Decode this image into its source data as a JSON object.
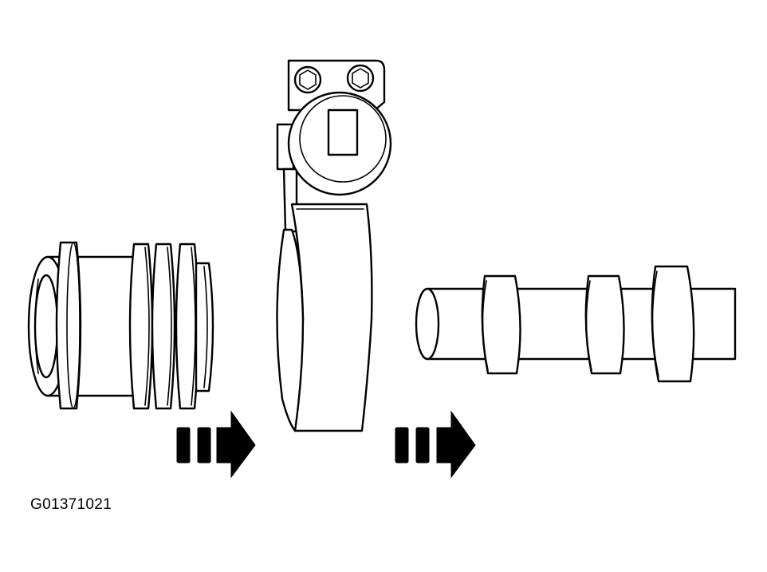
{
  "figure": {
    "id_label": "G01371021",
    "line_color": "#000000",
    "background": "#ffffff"
  },
  "parts": {
    "left": "bushing-with-flanges",
    "center": "clamp-with-bolted-bracket",
    "right": "shaft-with-collars"
  },
  "arrows": [
    {
      "name": "arrow-left-to-center",
      "icon": "dashed-right-arrow"
    },
    {
      "name": "arrow-center-to-right",
      "icon": "dashed-right-arrow"
    }
  ]
}
